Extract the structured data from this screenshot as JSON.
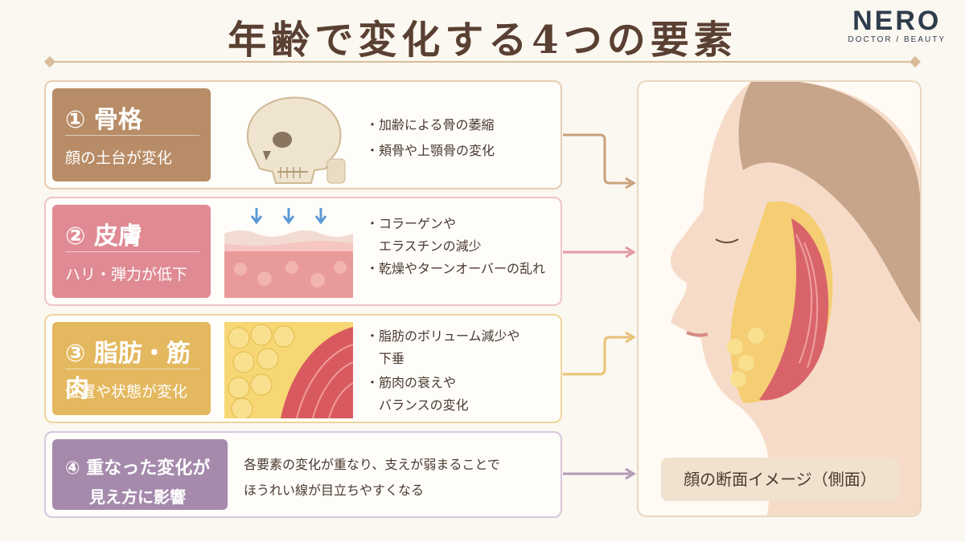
{
  "title": "年齢で変化する4つの要素",
  "logo": {
    "name": "NERO",
    "sub": "DOCTOR / BEAUTY"
  },
  "factors": [
    {
      "head": "① 骨格",
      "sub": "顔の土台が変化",
      "bullets": [
        "・加齢による骨の萎縮",
        "・頬骨や上顎骨の変化"
      ],
      "color": "#b88c66",
      "arrow_color": "#c9a17b"
    },
    {
      "head": "② 皮膚",
      "sub": "ハリ・弾力が低下",
      "bullets": [
        "・コラーゲンや",
        "　エラスチンの減少",
        "・乾燥やターンオーバーの乱れ"
      ],
      "color": "#e08a94",
      "arrow_color": "#e39aa2"
    },
    {
      "head": "③ 脂肪・筋肉",
      "sub": "位置や状態が変化",
      "bullets": [
        "・脂肪のボリューム減少や",
        "　下垂",
        "・筋肉の衰えや",
        "　バランスの変化"
      ],
      "color": "#e4b85e",
      "arrow_color": "#e8c174"
    },
    {
      "head": "④ 重なった変化が",
      "sub": "見え方に影響",
      "bullets": [
        "各要素の変化が重なり、支えが弱まることで",
        "ほうれい線が目立ちやすくなる"
      ],
      "color": "#a58aac",
      "arrow_color": "#b39ab8"
    }
  ],
  "face_caption": "顔の断面イメージ（側面）",
  "icons": [
    "skull-icon",
    "skin-layer-icon",
    "fat-muscle-icon",
    "face-cross-section-icon"
  ]
}
